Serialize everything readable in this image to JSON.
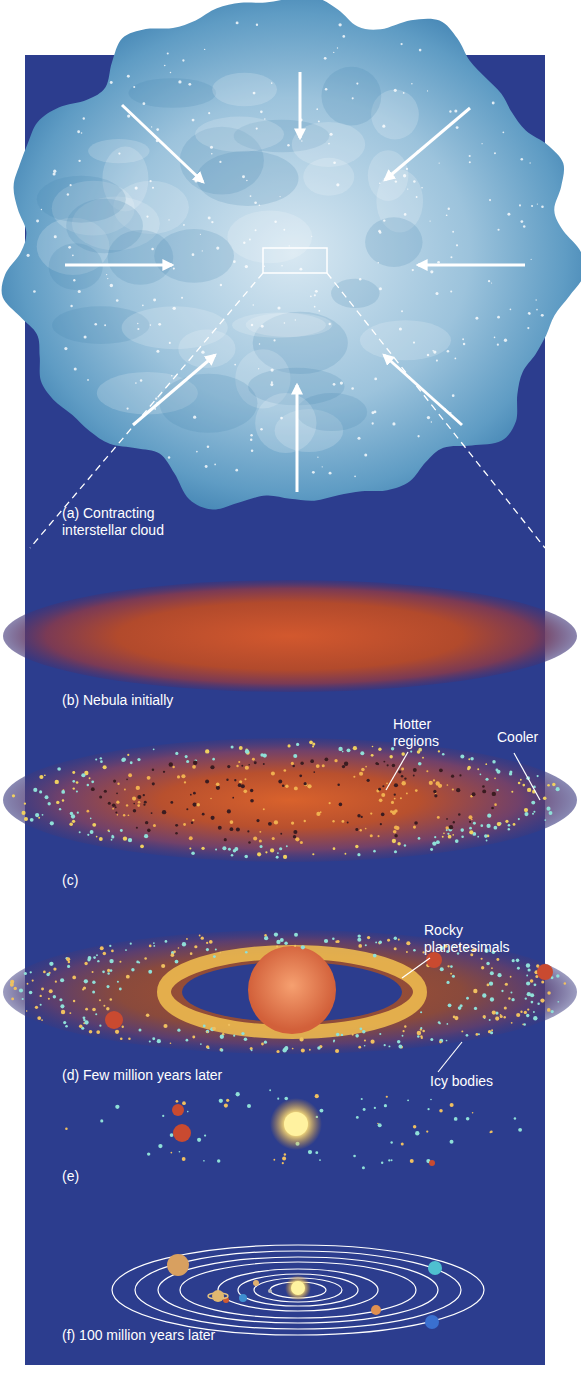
{
  "diagram": {
    "labels": [
      "(a) Contracting interstellar cloud",
      "(b) Nebula initially",
      "Hotter regions",
      "Cooler",
      "(c)",
      "Rocky planetesimals",
      "(d) Few million years later",
      "Icy bodies",
      "(e)",
      "(f) 100 million years later"
    ]
  }
}
